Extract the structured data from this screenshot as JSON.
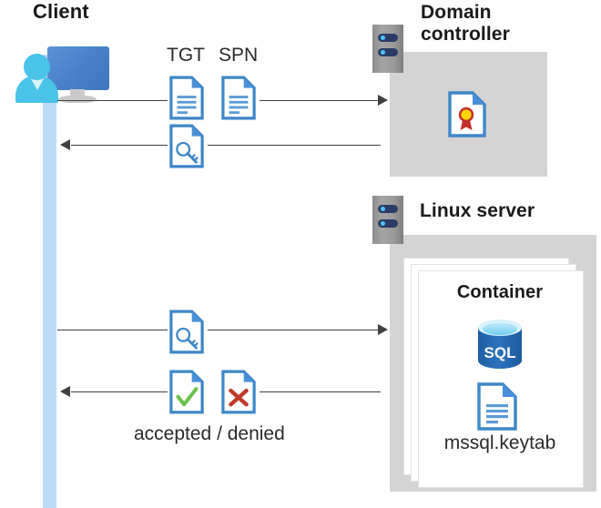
{
  "diagram": {
    "type": "kerberos-authentication-flow",
    "background": "#ffffff",
    "colors": {
      "panel_gray": "#d4d4d4",
      "lifeline_blue": "#bcd9f5",
      "doc_blue": "#3f86c8",
      "doc_fold_blue": "#4a90d9",
      "arrow_gray": "#404040",
      "accent_green": "#6abf4b",
      "accent_red": "#c0392b",
      "sql_blue": "#2a6fb5",
      "rack_gray": "#9a9a9a",
      "rack_slot": "#2b3c66",
      "rack_led": "#4fc3f7",
      "cert_gold": "#ffd400",
      "cert_ribbon_red": "#c4302b"
    }
  },
  "client": {
    "title": "Client",
    "icon": "user-computer-icon",
    "lifeline": "client-lifeline"
  },
  "domain_controller": {
    "title_line1": "Domain",
    "title_line2": "controller",
    "rack_icon": "server-rack-icon",
    "contents": [
      {
        "icon": "certificate-document-icon",
        "label": ""
      }
    ]
  },
  "linux_server": {
    "title": "Linux server",
    "rack_icon": "server-rack-icon",
    "container": {
      "title": "Container",
      "stack_count": 3,
      "items": [
        {
          "icon": "sql-database-icon",
          "label": "SQL"
        },
        {
          "icon": "keytab-document-icon",
          "label": "mssql.keytab"
        }
      ]
    }
  },
  "messages": [
    {
      "id": "msg-tgt-spn-request",
      "direction": "right",
      "labels": [
        "TGT",
        "SPN"
      ],
      "icons": [
        "document-icon",
        "document-icon"
      ]
    },
    {
      "id": "msg-service-ticket-response",
      "direction": "left",
      "labels": [],
      "icons": [
        "key-document-icon"
      ]
    },
    {
      "id": "msg-service-ticket-presented",
      "direction": "right",
      "labels": [],
      "icons": [
        "key-document-icon"
      ]
    },
    {
      "id": "msg-auth-result",
      "direction": "left",
      "labels": [],
      "icons": [
        "accepted-document-icon",
        "denied-document-icon"
      ],
      "caption": "accepted / denied"
    }
  ],
  "labels": {
    "tgt": "TGT",
    "spn": "SPN",
    "accepted_denied": "accepted / denied",
    "sql": "SQL",
    "keytab": "mssql.keytab"
  }
}
